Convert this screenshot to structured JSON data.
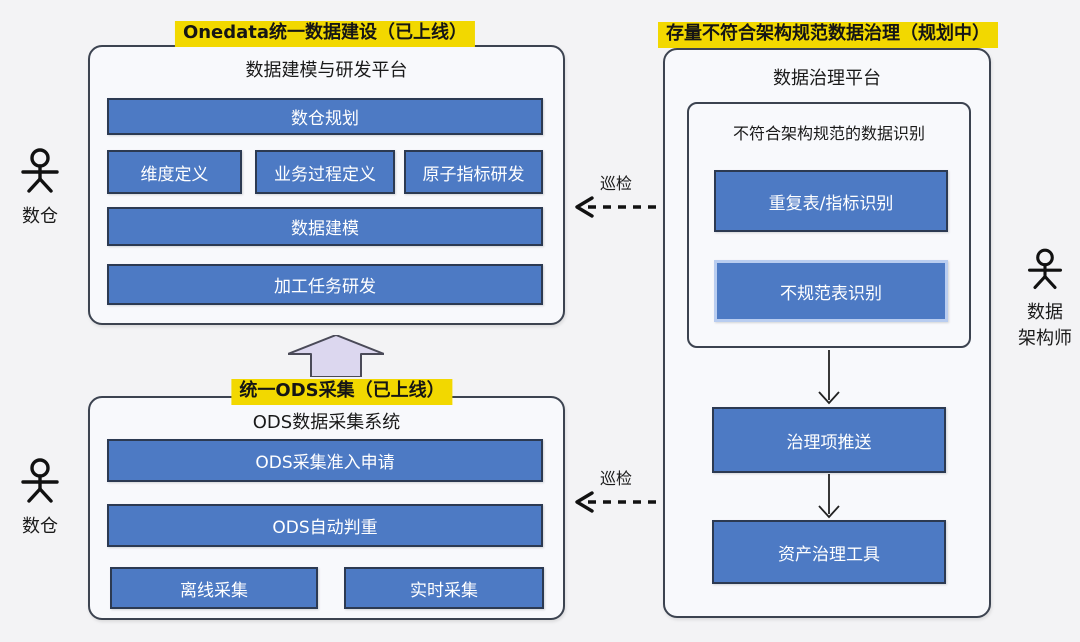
{
  "page": {
    "background": "#f3f3f5",
    "accent_blue": "#4d7ac4",
    "highlight_yellow": "#f2d800",
    "arrow_lavender": "#dcd7ef"
  },
  "actors": {
    "warehouse_top": {
      "label": "数仓"
    },
    "warehouse_bottom": {
      "label": "数仓"
    },
    "architect": {
      "label_line1": "数据",
      "label_line2": "架构师"
    }
  },
  "modeling_platform": {
    "tag": "Onedata统一数据建设（已上线）",
    "title": "数据建模与研发平台",
    "bar_planning": "数仓规划",
    "row": [
      "维度定义",
      "业务过程定义",
      "原子指标研发"
    ],
    "bar_modeling": "数据建模",
    "bar_task_dev": "加工任务研发"
  },
  "ods_system": {
    "tag": "统一ODS采集（已上线）",
    "title": "ODS数据采集系统",
    "bar_access_request": "ODS采集准入申请",
    "bar_auto_dedup": "ODS自动判重",
    "bottom_row": [
      "离线采集",
      "实时采集"
    ]
  },
  "governance_platform": {
    "tag": "存量不符合架构规范数据治理（规划中）",
    "title": "数据治理平台",
    "identify_box": {
      "title": "不符合架构规范的数据识别",
      "items": [
        "重复表/指标识别",
        "不规范表识别"
      ]
    },
    "flow": [
      "治理项推送",
      "资产治理工具"
    ]
  },
  "inspection": {
    "label_top": "巡检",
    "label_bottom": "巡检"
  }
}
